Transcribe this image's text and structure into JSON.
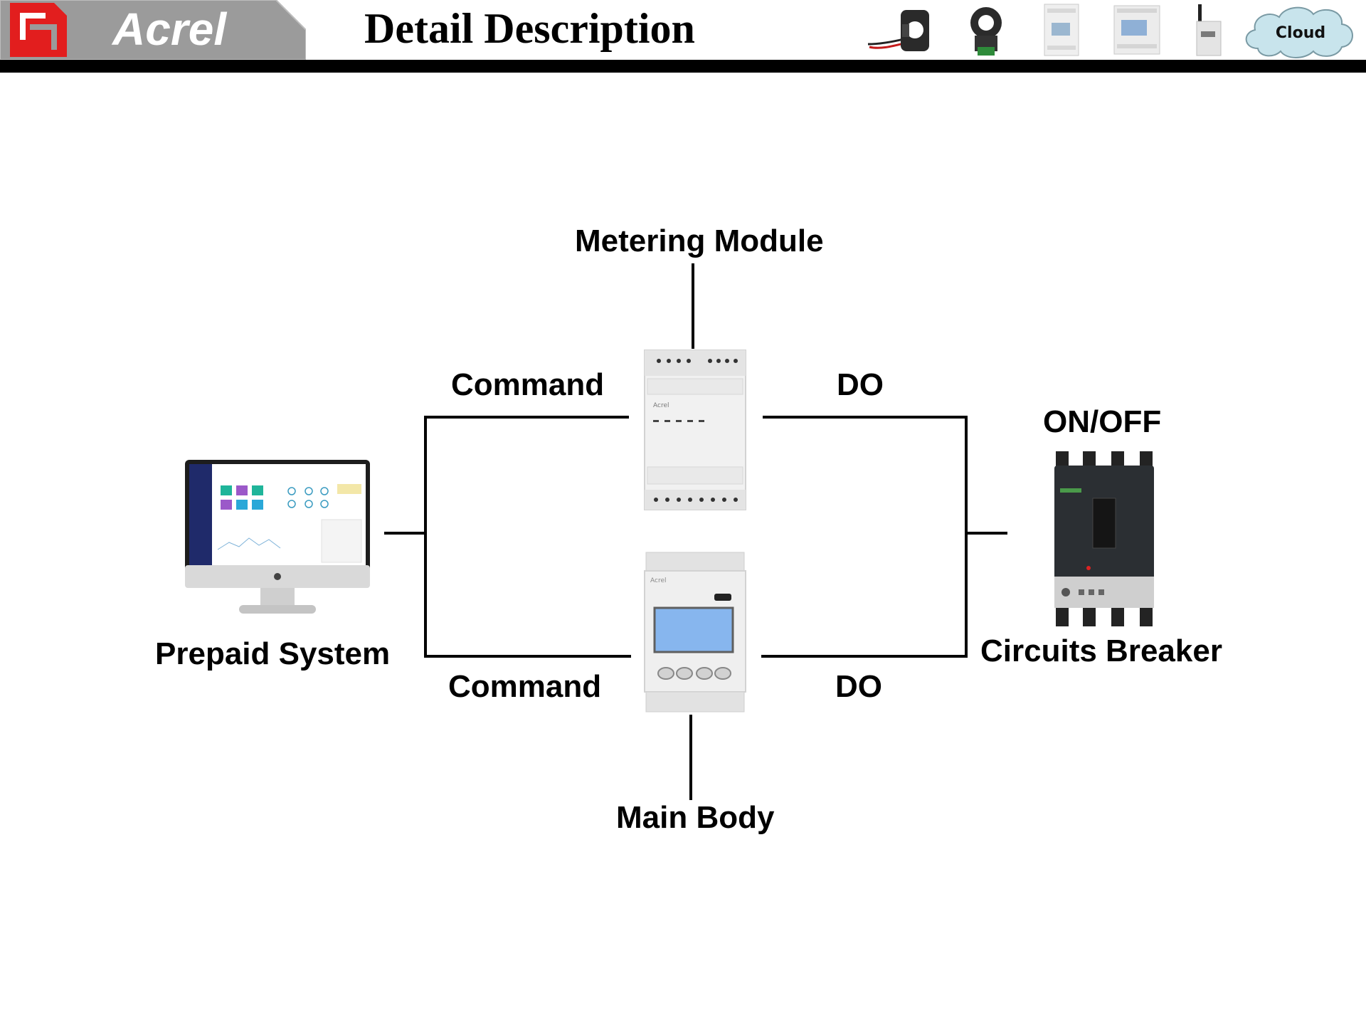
{
  "header": {
    "brand": "Acrel",
    "title": "Detail Description",
    "cloud_label": "Cloud",
    "icons": [
      "current-transformer-split-icon",
      "hall-sensor-icon",
      "din-meter-small-icon",
      "din-meter-large-icon",
      "wireless-gateway-icon",
      "cloud-icon"
    ]
  },
  "diagram": {
    "metering_module": "Metering Module",
    "main_body": "Main Body",
    "prepaid_system": "Prepaid System",
    "circuit_breaker": "Circuits Breaker",
    "on_off": "ON/OFF",
    "command_top": "Command",
    "command_bottom": "Command",
    "do_top": "DO",
    "do_bottom": "DO"
  },
  "colors": {
    "brand_red": "#e02020",
    "header_gray": "#9a9a9a",
    "line": "#000000",
    "lcd_blue": "#8ab8e8"
  }
}
